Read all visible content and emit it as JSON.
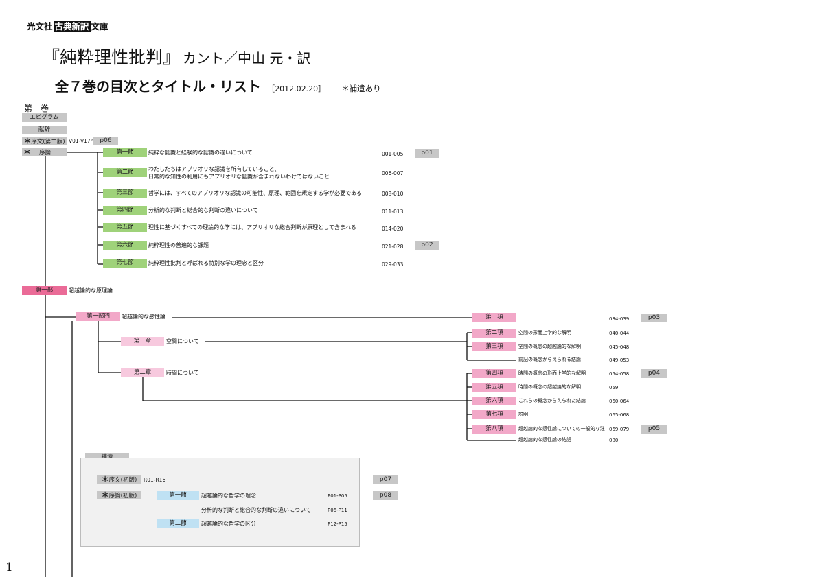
{
  "publisher": {
    "name": "光文社",
    "series": "古典新訳",
    "suffix": "文庫"
  },
  "book": {
    "title": "『純粋理性批判』",
    "author": "カント／中山 元・訳"
  },
  "heading": {
    "main": "全７巻の目次とタイトル・リスト",
    "date": "［2012.02.20］",
    "note": "＊補遺あり"
  },
  "volume": "第一巻",
  "front": {
    "epigram": "エピグラム",
    "dedication": "献辞",
    "preface_ast": "＊",
    "preface": "序文(第二版)",
    "preface_ref": "V01-V17n",
    "preface_page": "p06",
    "intro_ast": "＊",
    "intro": "序論"
  },
  "intro_sections": [
    {
      "label": "第一節",
      "title": "純粋な認識と経験的な認識の違いについて",
      "range": "001-005",
      "page": "p01"
    },
    {
      "label": "第二節",
      "title": "わたしたちはアプリオリな認識を所有していること、",
      "title2": "日常的な知性の利用にもアプリオリな認識が含まれないわけではないこと",
      "range": "006-007",
      "page": ""
    },
    {
      "label": "第三節",
      "title": "哲学には、すべてのアプリオリな認識の可能性、原理、範囲を規定する学が必要である",
      "range": "008-010",
      "page": ""
    },
    {
      "label": "第四節",
      "title": "分析的な判断と総合的な判断の違いについて",
      "range": "011-013",
      "page": ""
    },
    {
      "label": "第五節",
      "title": "理性に基づくすべての理論的な学には、アプリオリな総合判断が原理として含まれる",
      "range": "014-020",
      "page": ""
    },
    {
      "label": "第六節",
      "title": "純粋理性の普遍的な課題",
      "range": "021-028",
      "page": "p02"
    },
    {
      "label": "第七節",
      "title": "純粋理性批判と呼ばれる特別な学の理念と区分",
      "range": "029-033",
      "page": ""
    }
  ],
  "part1": {
    "label": "第一部",
    "title": "超越論的な原理論"
  },
  "division1": {
    "label": "第一部門",
    "title": "超越論的な感性論"
  },
  "chapter1": {
    "label": "第一章",
    "title": "空間について"
  },
  "chapter2": {
    "label": "第二章",
    "title": "時間について"
  },
  "items": [
    {
      "label": "第一項",
      "title": "",
      "range": "034-039",
      "page": "p03"
    },
    {
      "label": "第二項",
      "title": "空間の形而上学的な解明",
      "range": "040-044",
      "page": ""
    },
    {
      "label": "第三項",
      "title": "空間の概念の超越論的な解明",
      "range": "045-048",
      "page": ""
    },
    {
      "label": "",
      "title": "前記の概念からえられる結論",
      "range": "049-053",
      "page": ""
    },
    {
      "label": "第四項",
      "title": "時間の概念の形而上学的な解明",
      "range": "054-058",
      "page": "p04"
    },
    {
      "label": "第五項",
      "title": "時間の概念の超越論的な解明",
      "range": "059",
      "page": ""
    },
    {
      "label": "第六項",
      "title": "これらの概念からえられた結論",
      "range": "060-064",
      "page": ""
    },
    {
      "label": "第七項",
      "title": "説明",
      "range": "065-068",
      "page": ""
    },
    {
      "label": "第八項",
      "title": "超越論的な感性論についての一般的な注",
      "range": "069-079",
      "page": "p05"
    },
    {
      "label": "",
      "title": "超越論的な感性論の結語",
      "range": "080",
      "page": ""
    }
  ],
  "supplement": {
    "title": "補遺",
    "preface_ast": "＊",
    "preface": "序文(初版)",
    "preface_ref": "R01-R16",
    "preface_page": "p07",
    "intro_ast": "＊",
    "intro": "序論(初版)",
    "intro_page": "p08",
    "sections": [
      {
        "label": "第一節",
        "title": "超越論的な哲学の理念",
        "range": "P01-P05"
      },
      {
        "label": "",
        "title": "分析的な判断と総合的な判断の違いについて",
        "range": "P06-P11"
      },
      {
        "label": "第二節",
        "title": "超越論的な哲学の区分",
        "range": "P12-P15"
      }
    ]
  },
  "page_number": "1"
}
